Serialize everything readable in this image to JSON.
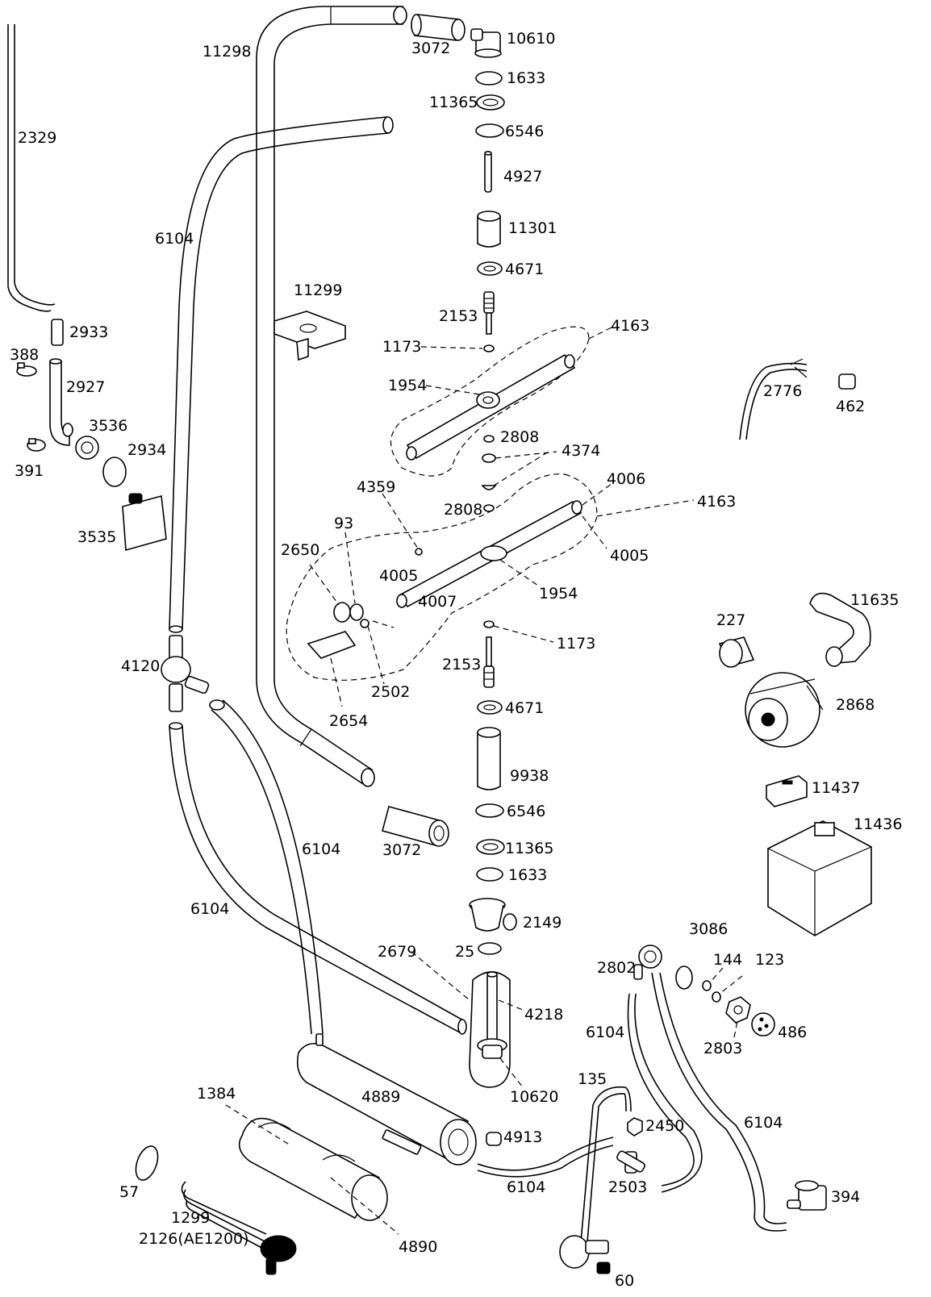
{
  "diagram": {
    "labels": [
      "2329",
      "11298",
      "3072",
      "10610",
      "1633",
      "11365",
      "6546",
      "4927",
      "11301",
      "4671",
      "6104",
      "11299",
      "2153",
      "4163",
      "1173",
      "2933",
      "388",
      "2927",
      "1954",
      "2776",
      "462",
      "3536",
      "2934",
      "391",
      "2808",
      "4374",
      "4006",
      "3535",
      "4359",
      "2808",
      "4163",
      "93",
      "2650",
      "4005",
      "4005",
      "1954",
      "4007",
      "11635",
      "227",
      "1173",
      "2153",
      "4120",
      "2502",
      "2868",
      "4671",
      "2654",
      "9938",
      "11437",
      "6546",
      "3072",
      "6104",
      "11436",
      "11365",
      "1633",
      "6104",
      "2149",
      "3086",
      "2679",
      "25",
      "144",
      "123",
      "2802",
      "4218",
      "6104",
      "2803",
      "486",
      "10620",
      "135",
      "6104",
      "1384",
      "4889",
      "2450",
      "4913",
      "2503",
      "57",
      "6104",
      "394",
      "1299",
      "2126(AE1200)",
      "4890",
      "60"
    ]
  }
}
